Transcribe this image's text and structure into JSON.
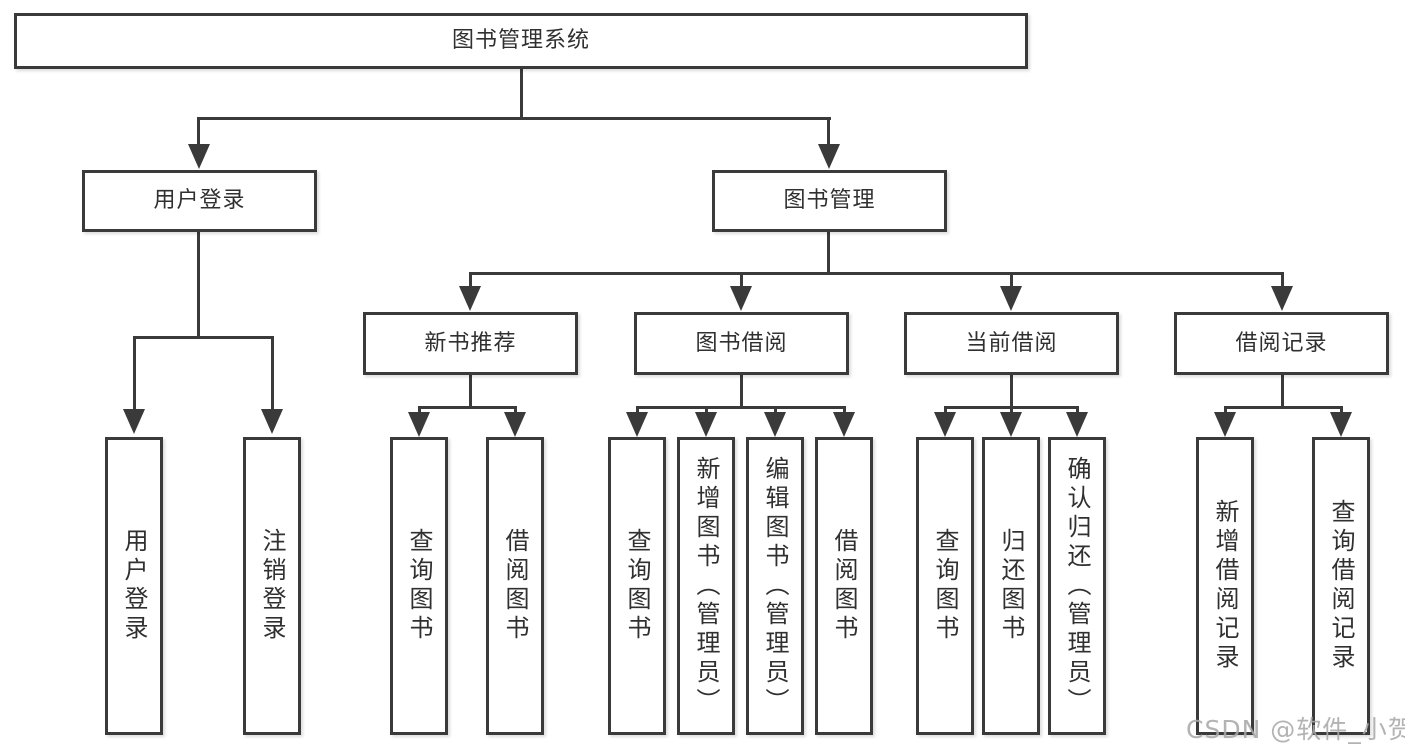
{
  "diagram": {
    "root": "图书管理系统",
    "level2": [
      "用户登录",
      "图书管理"
    ],
    "level3": [
      "新书推荐",
      "图书借阅",
      "当前借阅",
      "借阅记录"
    ],
    "leaves": {
      "user_login": [
        "用户登录",
        "注销登录"
      ],
      "new_book_recommend": [
        "查询图书",
        "借阅图书"
      ],
      "book_borrowing": [
        "查询图书",
        "新增图书（管理员）",
        "编辑图书（管理员）",
        "借阅图书"
      ],
      "current_borrowing": [
        "查询图书",
        "归还图书",
        "确认归还（管理员）"
      ],
      "borrowing_records": [
        "新增借阅记录",
        "查询借阅记录"
      ]
    }
  },
  "watermark": "CSDN @软件_小贺同学",
  "colors": {
    "line": "#3a3a3a",
    "text": "#303030",
    "bg": "#ffffff",
    "watermark": "#a9a9a9"
  }
}
